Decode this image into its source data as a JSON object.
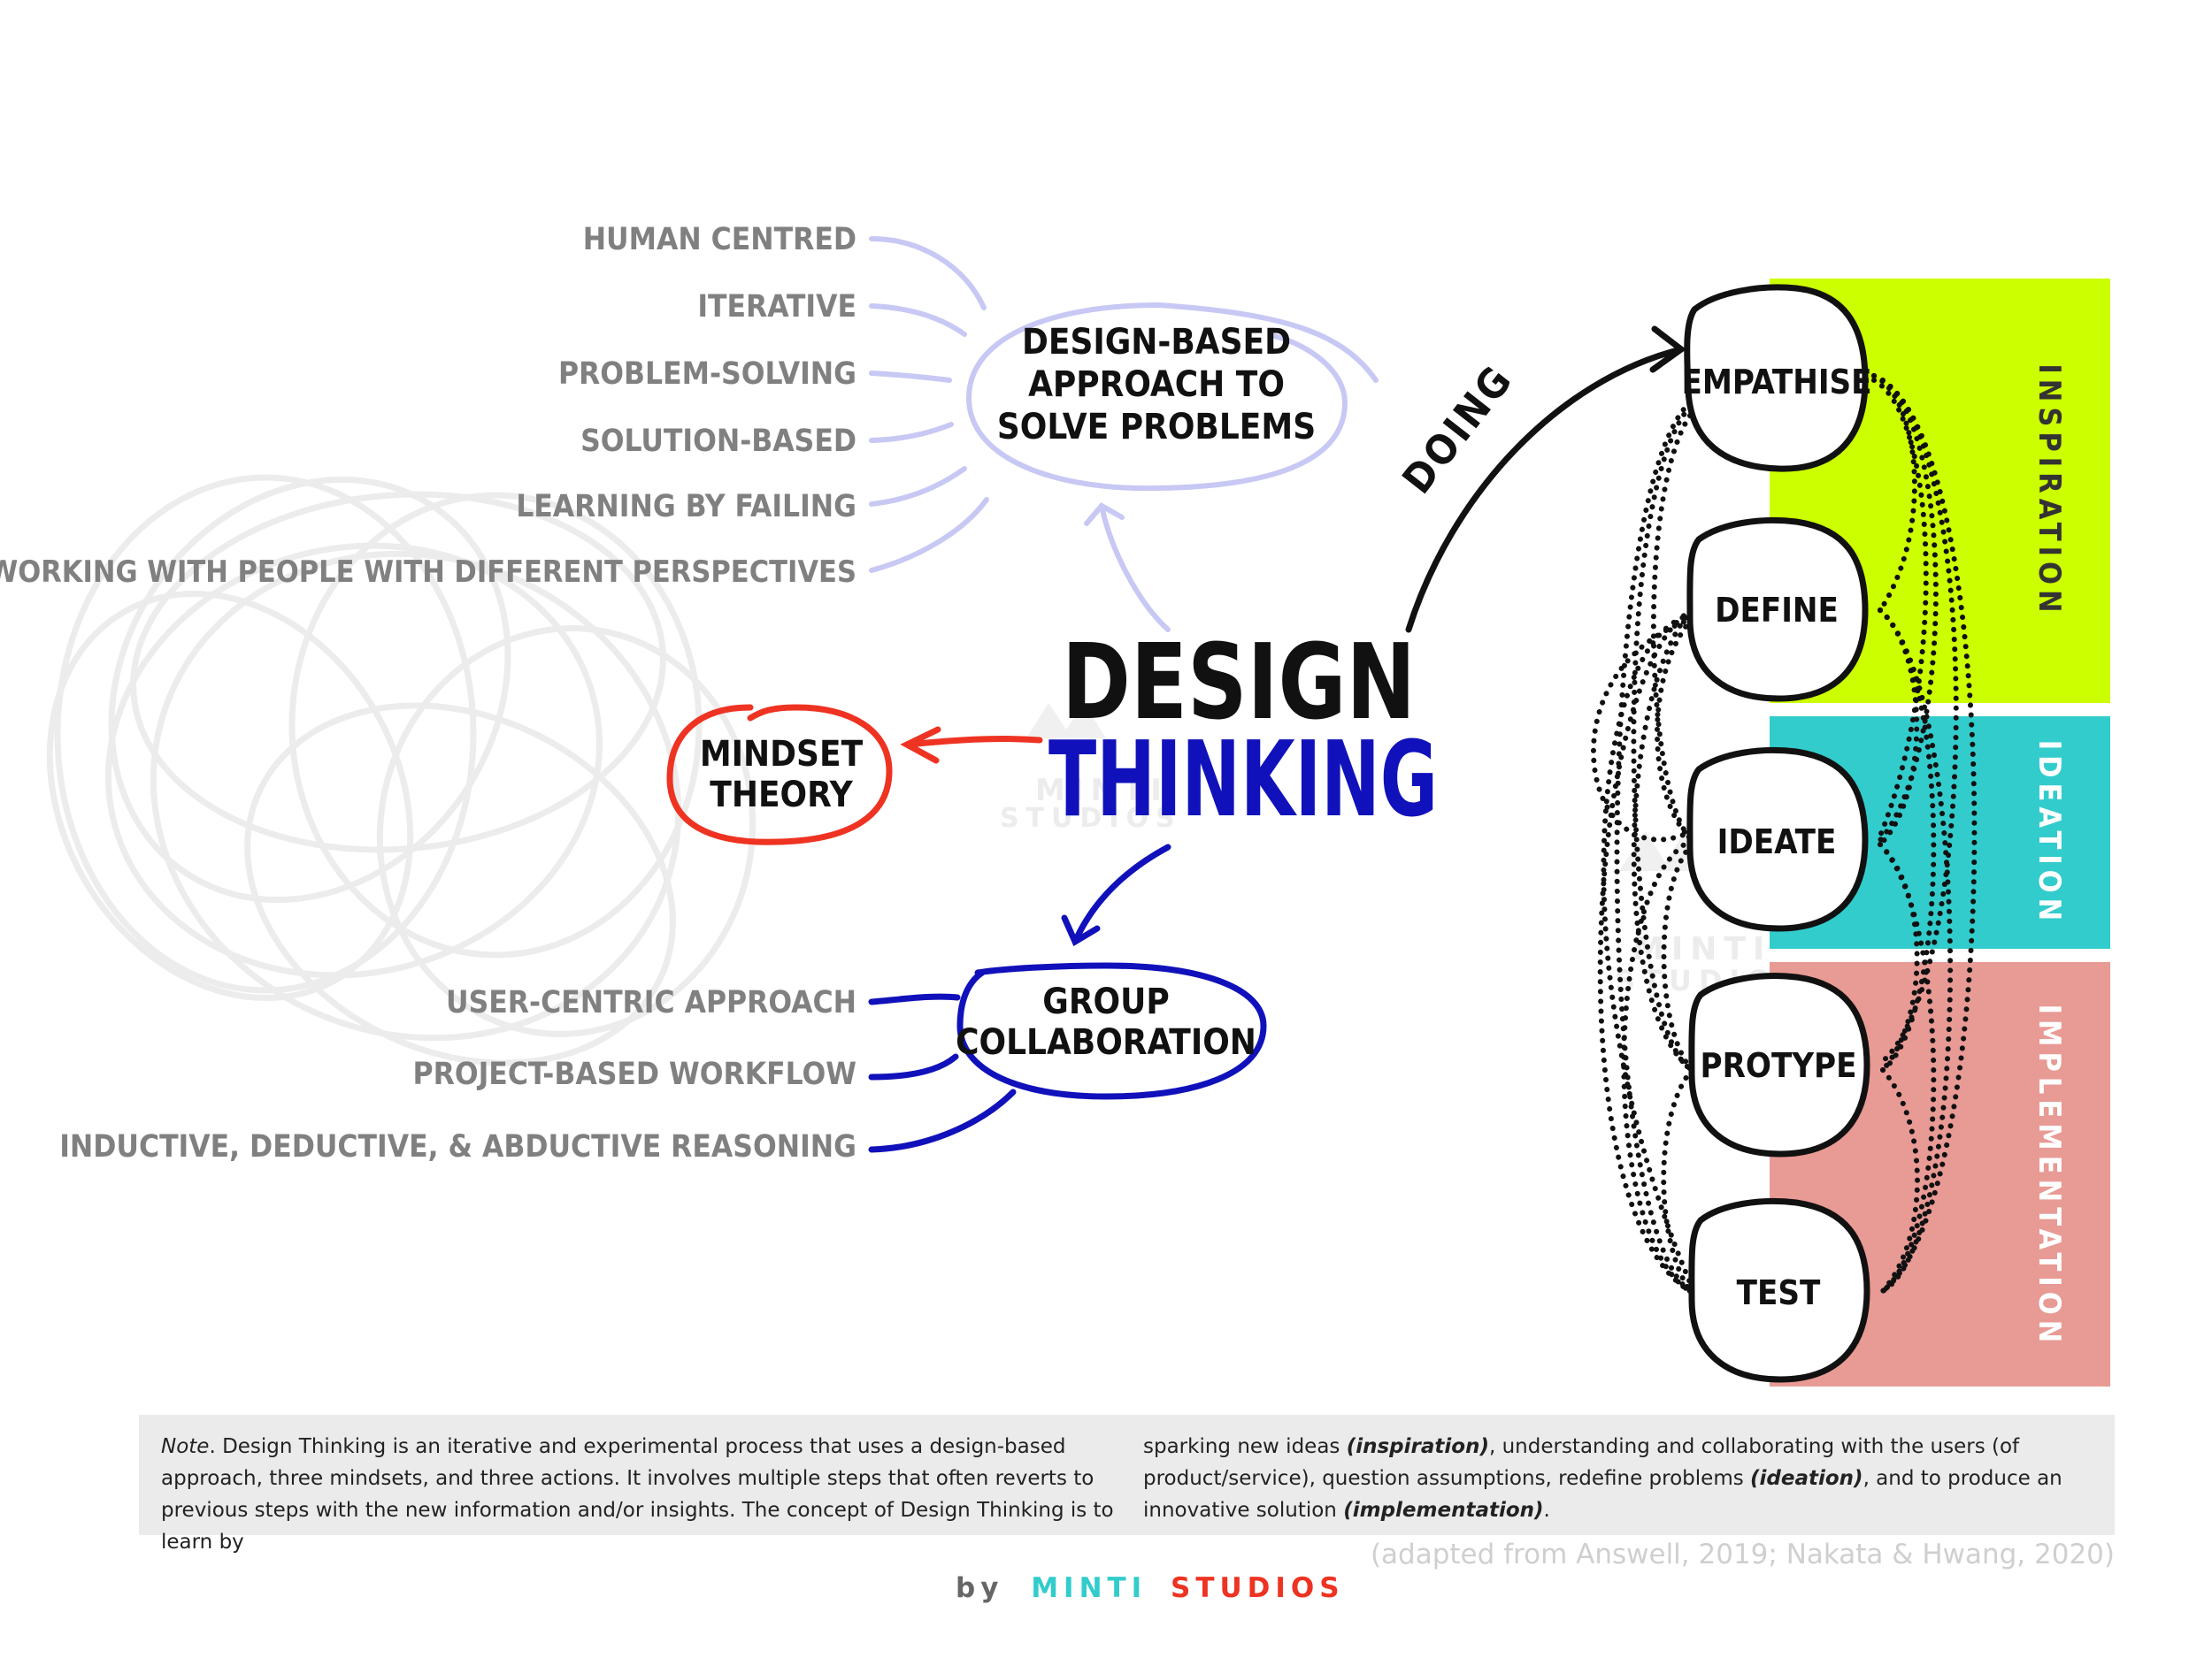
{
  "title": {
    "line1": "DESIGN",
    "line2": "THINKING"
  },
  "approach": {
    "lines": [
      "DESIGN-BASED",
      "APPROACH TO",
      "SOLVE PROBLEMS"
    ]
  },
  "approach_items": [
    "HUMAN CENTRED",
    "ITERATIVE",
    "PROBLEM-SOLVING",
    "SOLUTION-BASED",
    "LEARNING BY FAILING",
    "WORKING WITH PEOPLE WITH DIFFERENT PERSPECTIVES"
  ],
  "mindset": {
    "lines": [
      "MINDSET",
      "THEORY"
    ]
  },
  "group": {
    "lines": [
      "GROUP",
      "COLLABORATION"
    ]
  },
  "group_items": [
    "USER-CENTRIC APPROACH",
    "PROJECT-BASED WORKFLOW",
    "INDUCTIVE, DEDUCTIVE, & ABDUCTIVE REASONING"
  ],
  "doing_label": "DOING",
  "steps": [
    "EMPATHISE",
    "DEFINE",
    "IDEATE",
    "PROTYPE",
    "TEST"
  ],
  "phases": [
    {
      "label": "INSPIRATION",
      "color": "#ccff00"
    },
    {
      "label": "IDEATION",
      "color": "#33cccc"
    },
    {
      "label": "IMPLEMENTATION",
      "color": "#e89a94"
    }
  ],
  "watermark": {
    "line1": "MINTI",
    "line2": "STUDIOS"
  },
  "note": {
    "left": [
      {
        "text": "Note",
        "style": "italic"
      },
      {
        "text": ". Design Thinking is an iterative and experimental process that uses a design-based approach, three mindsets, and three actions. It involves multiple steps that often reverts to previous steps with the new information and/or insights. The concept of Design Thinking is to learn by",
        "style": "normal"
      }
    ],
    "right": [
      {
        "text": "sparking new ideas ",
        "style": "normal"
      },
      {
        "text": "(inspiration)",
        "style": "bold-italic"
      },
      {
        "text": ", understanding and collaborating with the users (of product/service), question assumptions, redefine problems ",
        "style": "normal"
      },
      {
        "text": "(ideation)",
        "style": "bold-italic"
      },
      {
        "text": ", and to produce an innovative solution ",
        "style": "normal"
      },
      {
        "text": "(implementation)",
        "style": "bold-italic"
      },
      {
        "text": ".",
        "style": "normal"
      }
    ]
  },
  "credit": "(adapted from Answell, 2019; Nakata & Hwang, 2020)",
  "byline": {
    "by": "by",
    "minti": "MINTI",
    "studios": "STUDIOS"
  },
  "colors": {
    "gray_text": "#808080",
    "lavender": "#c8c8f4",
    "red": "#ee3322",
    "blue": "#1111bb",
    "teal": "#33cccc",
    "black": "#111111"
  }
}
